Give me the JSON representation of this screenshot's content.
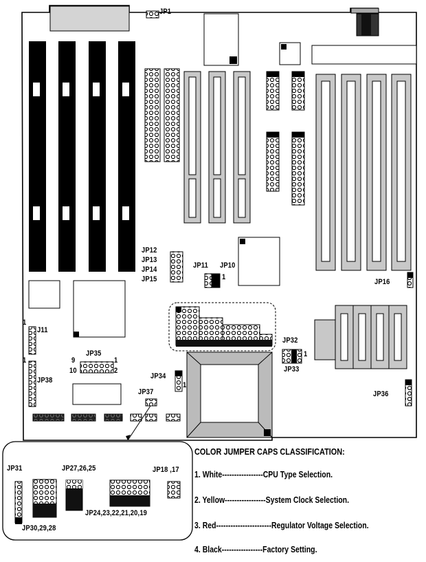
{
  "board": {
    "jumper_labels": {
      "jp1": "JP1",
      "jp12": "JP12",
      "jp13": "JP13",
      "jp14": "JP14",
      "jp15": "JP15",
      "jp11": "JP11",
      "jp10": "JP10",
      "jp10_pin": "1",
      "jp16": "JP16",
      "j11": "J11",
      "j11_pin": "1",
      "jp35": "JP35",
      "jp35_pin9": "9",
      "jp35_pin10": "10",
      "jp35_pin1": "1",
      "jp35_pin2": "2",
      "jp38": "JP38",
      "jp38_pin": "1",
      "jp34": "JP34",
      "jp34_pin": "1",
      "jp37": "JP37",
      "jp32": "JP32",
      "jp33": "JP33",
      "jp32_pin": "1",
      "jp36": "JP36"
    }
  },
  "inset": {
    "jp31": "JP31",
    "jp27_26_25": "JP27,26,25",
    "jp18_17": "JP18 ,17",
    "jp30_29_28": "JP30,29,28",
    "jp24_19": "JP24,23,22,21,20,19"
  },
  "legend": {
    "title": "COLOR JUMPER CAPS CLASSIFICATION:",
    "items": [
      {
        "num": "1.",
        "color": "White",
        "dashes": "-----------------",
        "desc": "CPU Type Selection."
      },
      {
        "num": "2.",
        "color": "Yellow",
        "dashes": "-----------------",
        "desc": "System Clock Selection."
      },
      {
        "num": "3.",
        "color": "Red",
        "dashes": "-----------------------",
        "desc": "Regulator Voltage Selection."
      },
      {
        "num": "4.",
        "color": "Black",
        "dashes": "-----------------",
        "desc": "Factory Setting."
      }
    ]
  }
}
